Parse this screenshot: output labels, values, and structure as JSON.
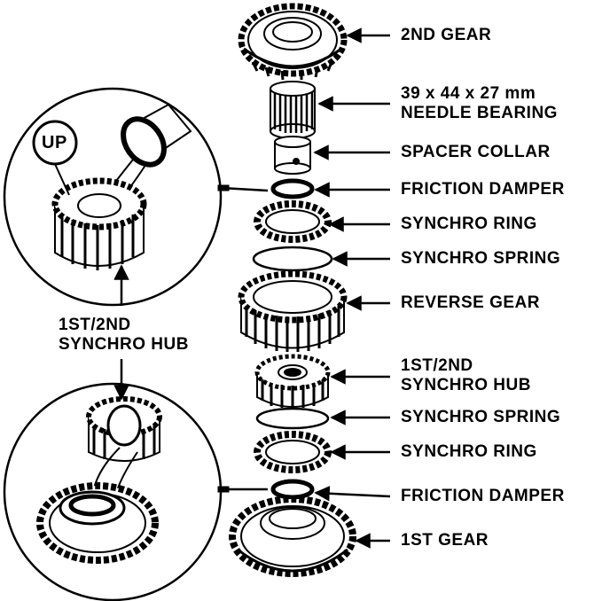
{
  "labels": {
    "second_gear": "2ND GEAR",
    "needle_bearing_size": "39 x 44 x 27 mm",
    "needle_bearing": "NEEDLE BEARING",
    "spacer_collar": "SPACER COLLAR",
    "friction_damper_upper": "FRICTION DAMPER",
    "synchro_ring_upper": "SYNCHRO RING",
    "synchro_spring_upper": "SYNCHRO SPRING",
    "reverse_gear": "REVERSE GEAR",
    "synchro_hub_line1": "1ST/2ND",
    "synchro_hub_line2": "SYNCHRO HUB",
    "synchro_spring_lower": "SYNCHRO SPRING",
    "synchro_ring_lower": "SYNCHRO RING",
    "friction_damper_lower": "FRICTION DAMPER",
    "first_gear": "1ST GEAR",
    "callout_hub_line1": "1ST/2ND",
    "callout_hub_line2": "SYNCHRO HUB",
    "up_mark": "UP"
  }
}
